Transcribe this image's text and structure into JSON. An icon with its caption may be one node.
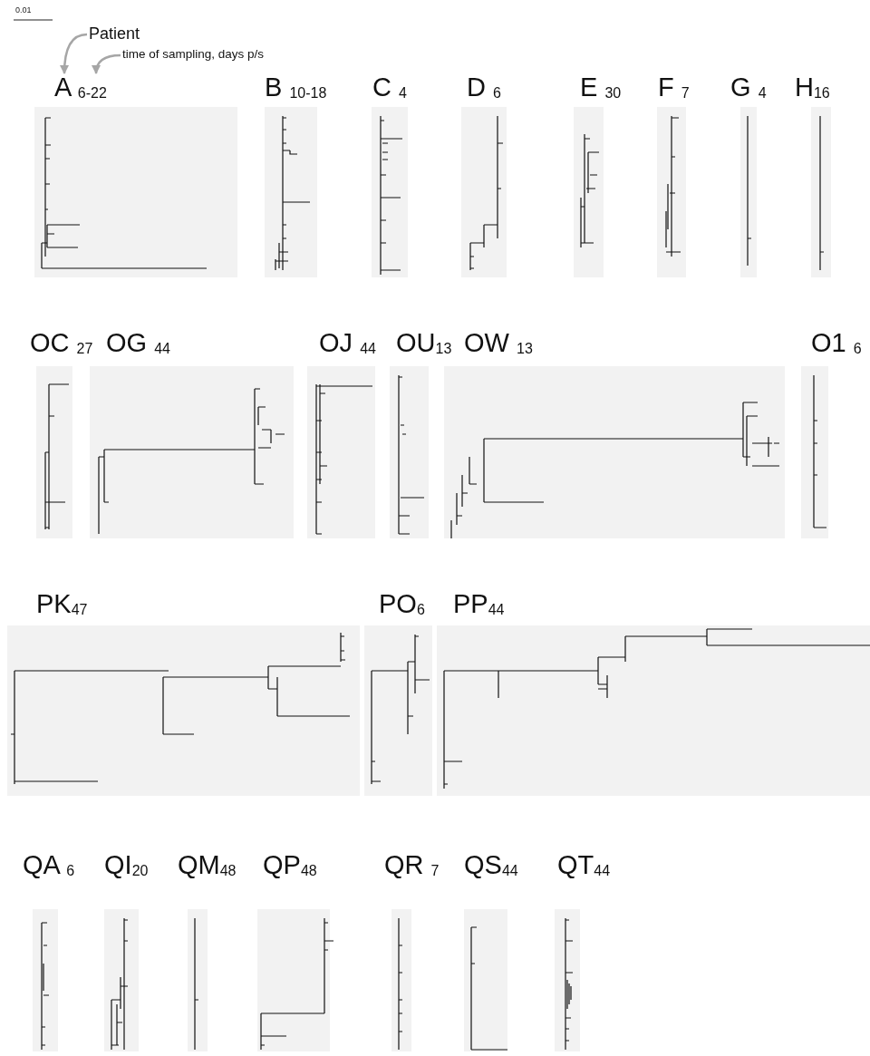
{
  "diagram": {
    "nodes": [
      {
        "text": [
          "Patient"
        ]
      },
      {
        "text": [
          "time of sampling, days p/s"
        ]
      },
      {
        "text": [
          "A $_{6-22}$"
        ]
      },
      {
        "text": [
          "B $_{10-18}$"
        ]
      },
      {
        "text": [
          "C $_{4}$"
        ]
      },
      {
        "text": [
          "D $_{6}$"
        ]
      },
      {
        "text": [
          "E $_{30}$"
        ]
      },
      {
        "text": [
          "F $_{7}$"
        ]
      },
      {
        "text": [
          "G $_{4}$"
        ]
      },
      {
        "text": [
          "H$_{16}$"
        ]
      },
      {
        "text": [
          "OC $_{27}$"
        ]
      },
      {
        "text": [
          "OG $_{44}$"
        ]
      },
      {
        "text": [
          "OJ $_{44}$"
        ]
      },
      {
        "text": [
          "OU$_{13}$"
        ]
      },
      {
        "text": [
          "OW $_{13}$"
        ]
      },
      {
        "text": [
          "O1 $_{6}$"
        ]
      },
      {
        "text": [
          "PK$_{47}$"
        ]
      },
      {
        "text": [
          "PO$_{6}$"
        ]
      },
      {
        "text": [
          "PP$_{44}$"
        ]
      },
      {
        "text": [
          "QA $_{6}$"
        ]
      },
      {
        "text": [
          "QI$_{20}$"
        ]
      },
      {
        "text": [
          "QM$_{48}$"
        ]
      },
      {
        "text": [
          "QP$_{48}$"
        ]
      },
      {
        "text": [
          "QR $_{7}$"
        ]
      },
      {
        "text": [
          "QS$_{44}$"
        ]
      },
      {
        "text": [
          "QT$_{44}$"
        ]
      }
    ],
    "edges": [
      {
        "from": 0,
        "to": 2,
        "arrow": "to"
      },
      {
        "from": 1,
        "to": 2,
        "arrow": "to"
      }
    ],
    "labels": [
      "0.01"
    ]
  }
}
